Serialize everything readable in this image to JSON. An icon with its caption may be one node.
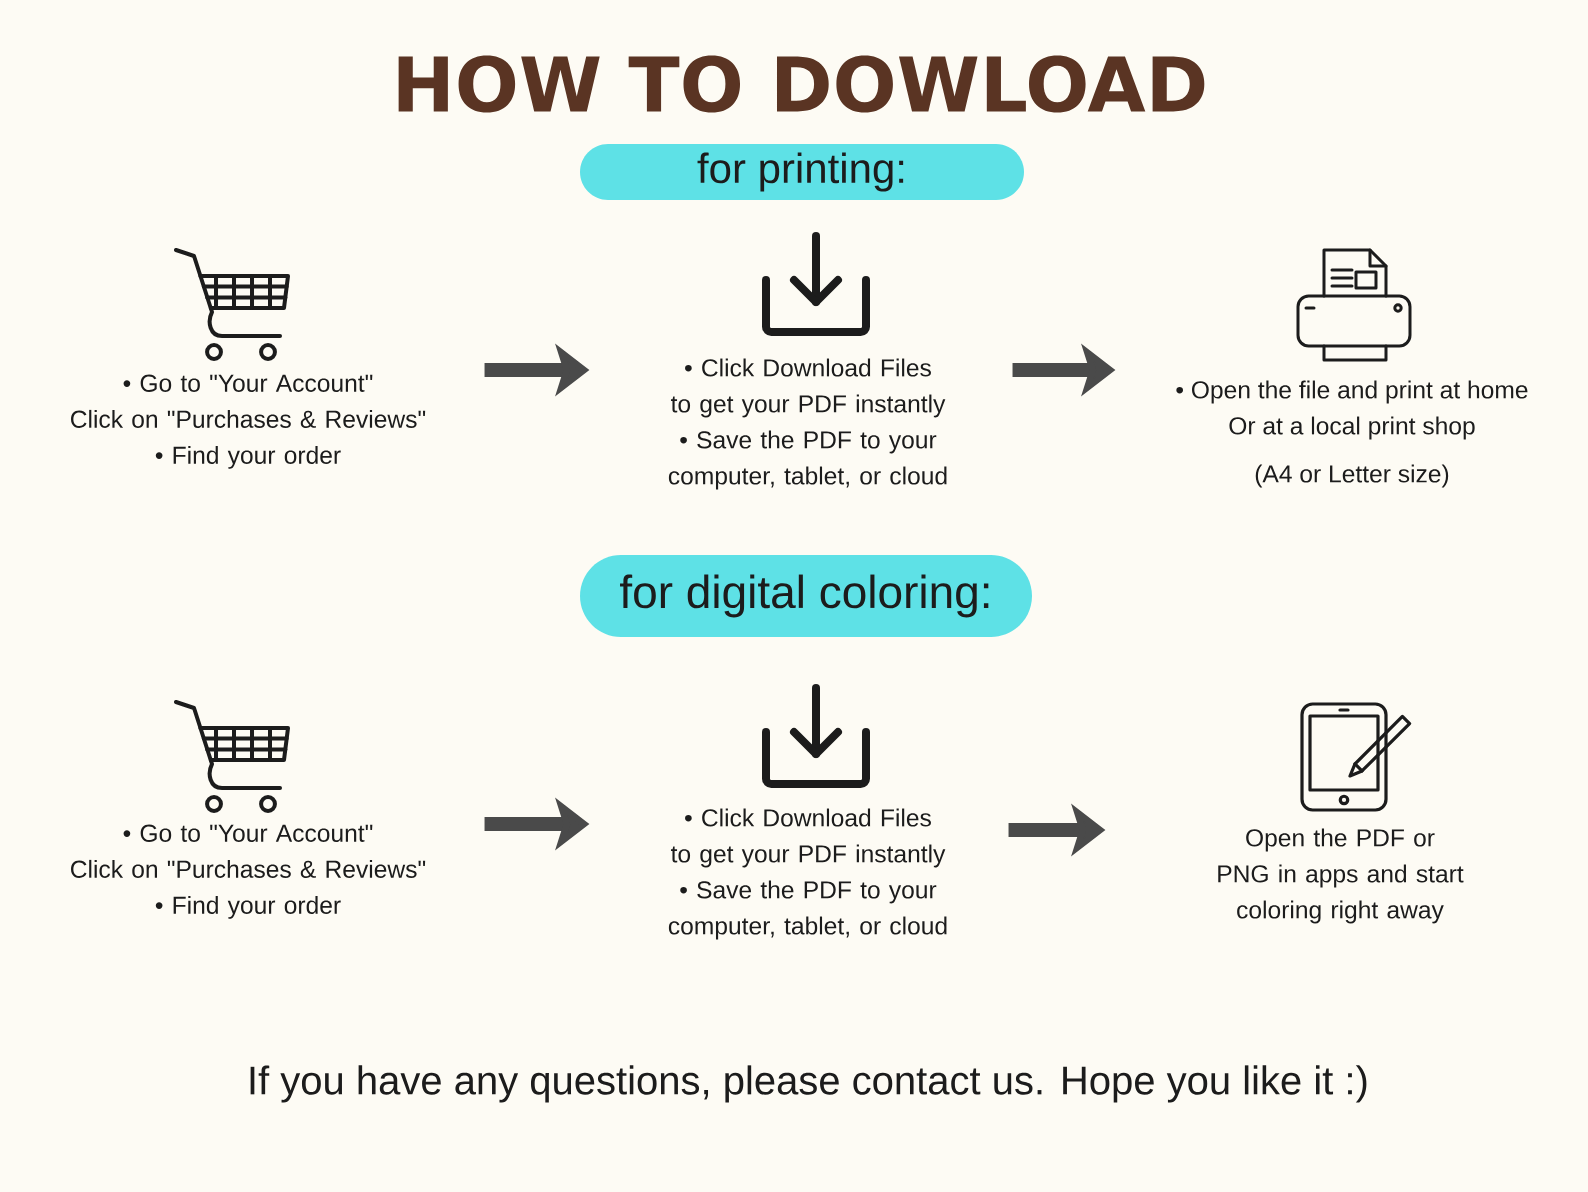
{
  "diagram": {
    "title": "HOW TO DOWLOAD",
    "nodes": [
      {
        "text": [
          "for printing:"
        ]
      },
      {
        "text": [
          "• Go to \"Your Account\"",
          "Click on \"Purchases & Reviews\"",
          "• Find your order"
        ]
      },
      {
        "text": [
          "• Click Download Files to get your PDF instantly",
          "• Save the PDF to your computer, tablet, or cloud"
        ]
      },
      {
        "text": [
          "• Open the file and print at home Or at a local print shop",
          "(A4 or Letter size)"
        ]
      },
      {
        "text": [
          "for digital coloring:"
        ]
      },
      {
        "text": [
          "• Go to \"Your Account\"",
          "Click on \"Purchases & Reviews\"",
          "• Find your order"
        ]
      },
      {
        "text": [
          "• Click Download Files to get your PDF instantly",
          "• Save the PDF to your computer, tablet, or cloud"
        ]
      },
      {
        "text": [
          "Open the PDF or PNG in apps and start coloring right away"
        ]
      }
    ],
    "edges": [
      {
        "from": 1,
        "to": 2,
        "arrow": "to"
      },
      {
        "from": 2,
        "to": 3,
        "arrow": "to"
      },
      {
        "from": 5,
        "to": 6,
        "arrow": "to"
      },
      {
        "from": 6,
        "to": 7,
        "arrow": "to"
      }
    ],
    "labels": [
      "If you have any questions, please contact us. Hope you like it :)"
    ]
  }
}
